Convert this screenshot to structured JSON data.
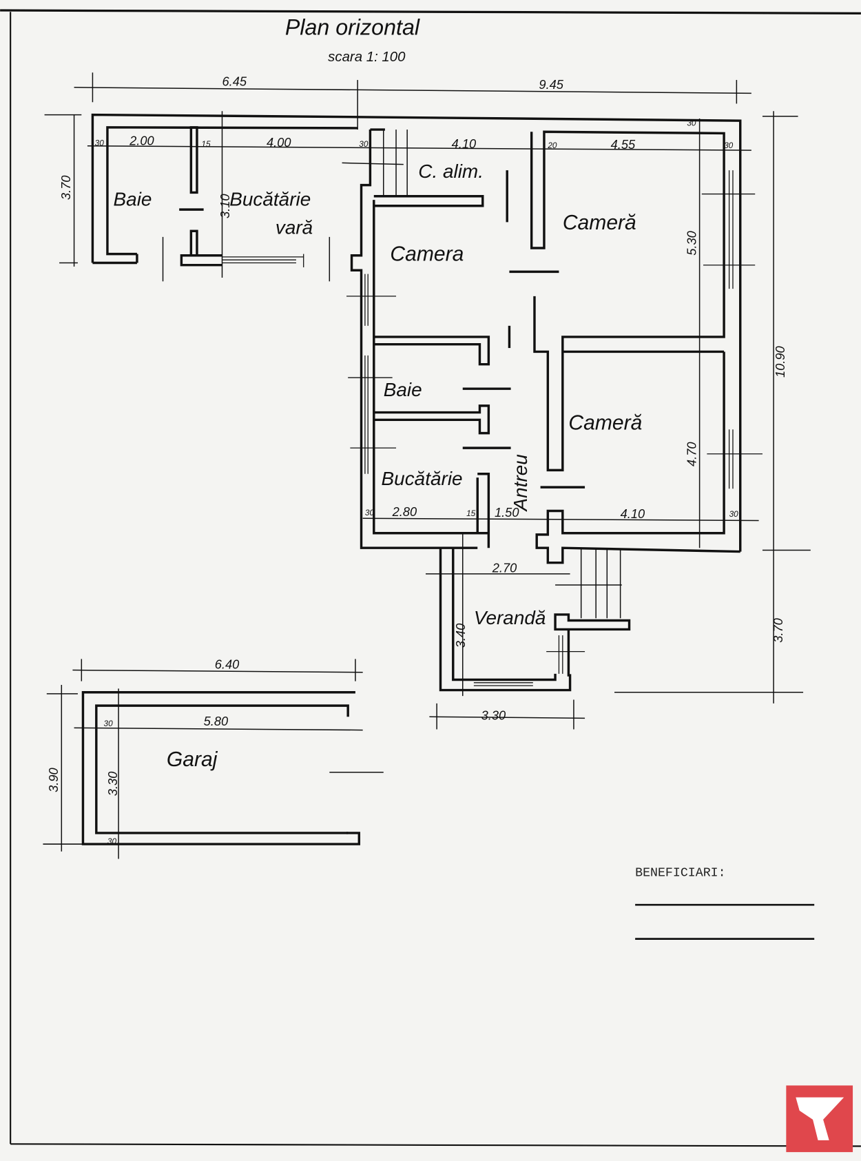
{
  "title": "Plan orizontal",
  "scale": "scara 1: 100",
  "rooms": {
    "baie_vara": "Baie",
    "bucatarie_vara_1": "Bucătărie",
    "bucatarie_vara_2": "vară",
    "camara": "C. alim.",
    "camera_1": "Camera",
    "camera_2": "Cameră",
    "camera_3": "Cameră",
    "baie": "Baie",
    "bucatarie": "Bucătărie",
    "antreu": "Antreu",
    "veranda": "Verandă",
    "garaj": "Garaj"
  },
  "dimensions": {
    "top_left": "6.45",
    "top_right": "9.45",
    "d200": "2.00",
    "d400": "4.00",
    "d410": "4.10",
    "d455": "4.55",
    "d20": "20",
    "d15a": "15",
    "d30a": "30",
    "d30b": "30",
    "d30c": "30",
    "d30d": "30",
    "left_370": "3.70",
    "d310": "3.10",
    "d530": "5.30",
    "d1090": "10.90",
    "d370r": "3.70",
    "d470": "4.70",
    "d280": "2.80",
    "d15b": "15",
    "d150": "1.50",
    "d410b": "4.10",
    "d30e": "30",
    "d30f": "30",
    "d270": "2.70",
    "d340": "3.40",
    "d330": "3.30",
    "d640": "6.40",
    "d580": "5.80",
    "d390": "3.90",
    "d330g": "3.30",
    "d30g": "30",
    "d30h": "30"
  },
  "signature_block": {
    "label": "BENEFICIARI:"
  },
  "logo": {
    "color": "#e0474c"
  }
}
